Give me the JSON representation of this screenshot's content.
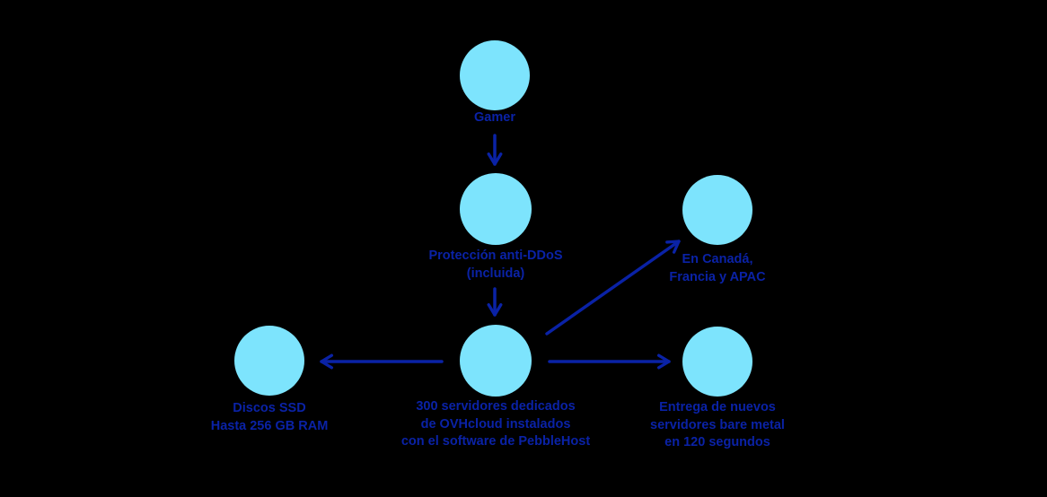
{
  "diagram": {
    "description": "Flow diagram of dedicated game server infrastructure",
    "language": "es"
  },
  "colors": {
    "background": "#000000",
    "accent_navy": "#0a22a6",
    "circle_fill": "#7de4fd"
  },
  "nodes": [
    {
      "id": "gamer",
      "lines": [
        "Gamer"
      ]
    },
    {
      "id": "antiddos",
      "lines": [
        "Protección anti-DDoS",
        "(incluida)"
      ]
    },
    {
      "id": "servers",
      "lines": [
        "300 servidores dedicados",
        "de OVHcloud instalados",
        "con el software de PebbleHost"
      ]
    },
    {
      "id": "ssd",
      "lines": [
        "Discos SSD",
        "Hasta 256 GB RAM"
      ]
    },
    {
      "id": "regions",
      "lines": [
        "En Canadá,",
        "Francia y APAC"
      ]
    },
    {
      "id": "delivery",
      "lines": [
        "Entrega de nuevos",
        "servidores bare metal",
        "en 120 segundos"
      ]
    }
  ],
  "edges": [
    {
      "id": "gamer-to-antiddos",
      "from": "gamer",
      "to": "antiddos",
      "direction": "down"
    },
    {
      "id": "antiddos-to-servers",
      "from": "antiddos",
      "to": "servers",
      "direction": "down"
    },
    {
      "id": "servers-to-ssd",
      "from": "servers",
      "to": "ssd",
      "direction": "left"
    },
    {
      "id": "servers-to-delivery",
      "from": "servers",
      "to": "delivery",
      "direction": "right"
    },
    {
      "id": "servers-to-regions",
      "from": "servers",
      "to": "regions",
      "direction": "up-right"
    }
  ]
}
